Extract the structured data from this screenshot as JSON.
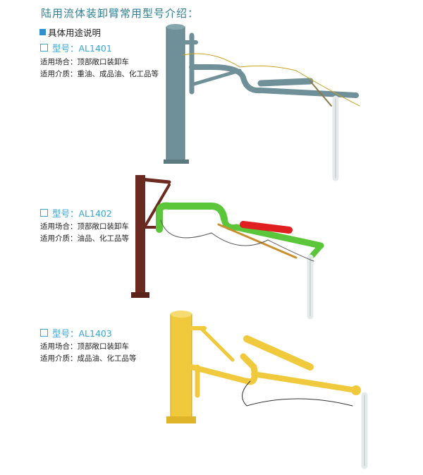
{
  "title": "陆用流体装卸臂常用型号介绍：",
  "section": "具体用途说明",
  "models": [
    {
      "label": "型号：AL1401",
      "scene": "适用场合：顶部敞口装卸车",
      "medium": "适用介质：重油、成品油、化工品等",
      "color": "#6f9098"
    },
    {
      "label": "型号：AL1402",
      "scene": "适用场合：顶部敞口装卸车",
      "medium": "适用介质：油品、化工品等",
      "color": "#5cc63a"
    },
    {
      "label": "型号：AL1403",
      "scene": "适用场合：顶部敞口装卸车",
      "medium": "适用介质：成品油、化工品等",
      "color": "#f1c93c"
    }
  ]
}
